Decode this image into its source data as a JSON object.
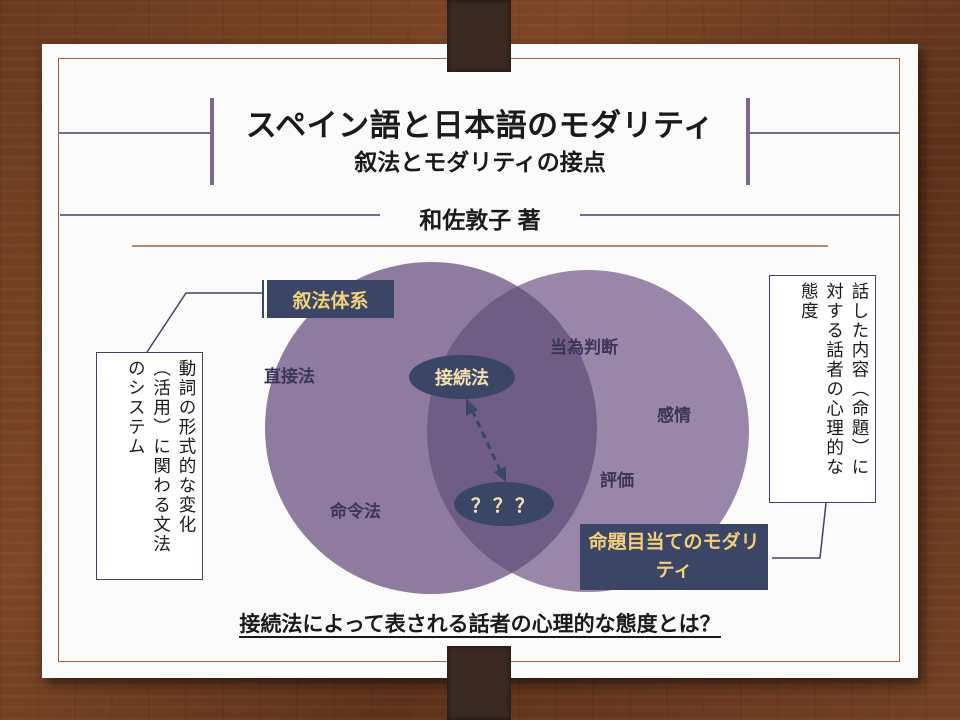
{
  "slide": {
    "title": "スペイン語と日本語のモダリティ",
    "subtitle": "叙法とモダリティの接点",
    "author": "和佐敦子 著"
  },
  "diagram": {
    "left_circle": {
      "header": "叙法体系",
      "items": [
        "直接法",
        "命令法"
      ],
      "note": "動詞の形式的な変化（活用）に関わる文法のシステム"
    },
    "right_circle": {
      "header": "命題目当てのモダリティ",
      "items": [
        "当為判断",
        "感情",
        "評価"
      ],
      "note": "話した内容（命題）に対する話者の心理的な態度"
    },
    "overlap": {
      "top_label": "接続法",
      "bottom_label": "？？？"
    },
    "question": "接続法によって表される話者の心理的な態度とは？"
  },
  "colors": {
    "circle_fill": "#8f7aa0",
    "overlap_fill": "#6f5d86",
    "navy": "#3b4566",
    "header_text": "#f1cf7b",
    "frame": "#a0623a",
    "background_wood": "#6a3a1e"
  }
}
